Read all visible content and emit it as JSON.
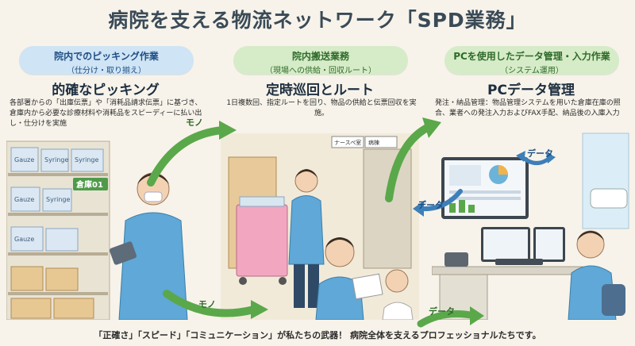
{
  "title": "病院を支える物流ネットワーク「SPD業務」",
  "panels": [
    {
      "pill_line1": "院内でのピッキング作業",
      "pill_line2": "（仕分け・取り揃え）",
      "heading": "的確なピッキング",
      "description": "各部署からの「出庫伝票」や「消耗品請求伝票」に基づき、倉庫内から必要な診療材料や消耗品をスピーディーに払い出し・仕分けを実施",
      "sign": "倉庫01",
      "box_labels": [
        "Gauze",
        "Syringe",
        "Syringe",
        "Gauze",
        "Syringe",
        "Gauze"
      ]
    },
    {
      "pill_line1": "院内搬送業務",
      "pill_line2": "（現場への供給・回収ルート）",
      "heading": "定時巡回とルート",
      "description": "1日複数回、指定ルートを回り、物品の供給と伝票回収を実施。",
      "signs": [
        "ナースペ室",
        "病棟"
      ]
    },
    {
      "pill_line1": "PCを使用したデータ管理・入力作業",
      "pill_line2": "（システム運用）",
      "heading": "PCデータ管理",
      "description": "発注・納品管理：物品管理システムを用いた倉庫在庫の照合、業者への発注入力およびFAX手配、納品後の入庫入力"
    }
  ],
  "flow_labels": {
    "mono_top": "モノ",
    "mono_bottom": "モノ",
    "data_right_top": "データ",
    "data_right_mid": "データ",
    "data_bottom": "データ"
  },
  "footer": "「正確さ」「スピード」「コミュニケーション」が私たちの武器！ 病院全体を支えるプロフェッショナルたちです。",
  "colors": {
    "blue_pill": "#cfe4f5",
    "green_pill": "#d6ecc8",
    "arrow_green": "#5aa84a",
    "scrubs": "#5fa8d8"
  }
}
